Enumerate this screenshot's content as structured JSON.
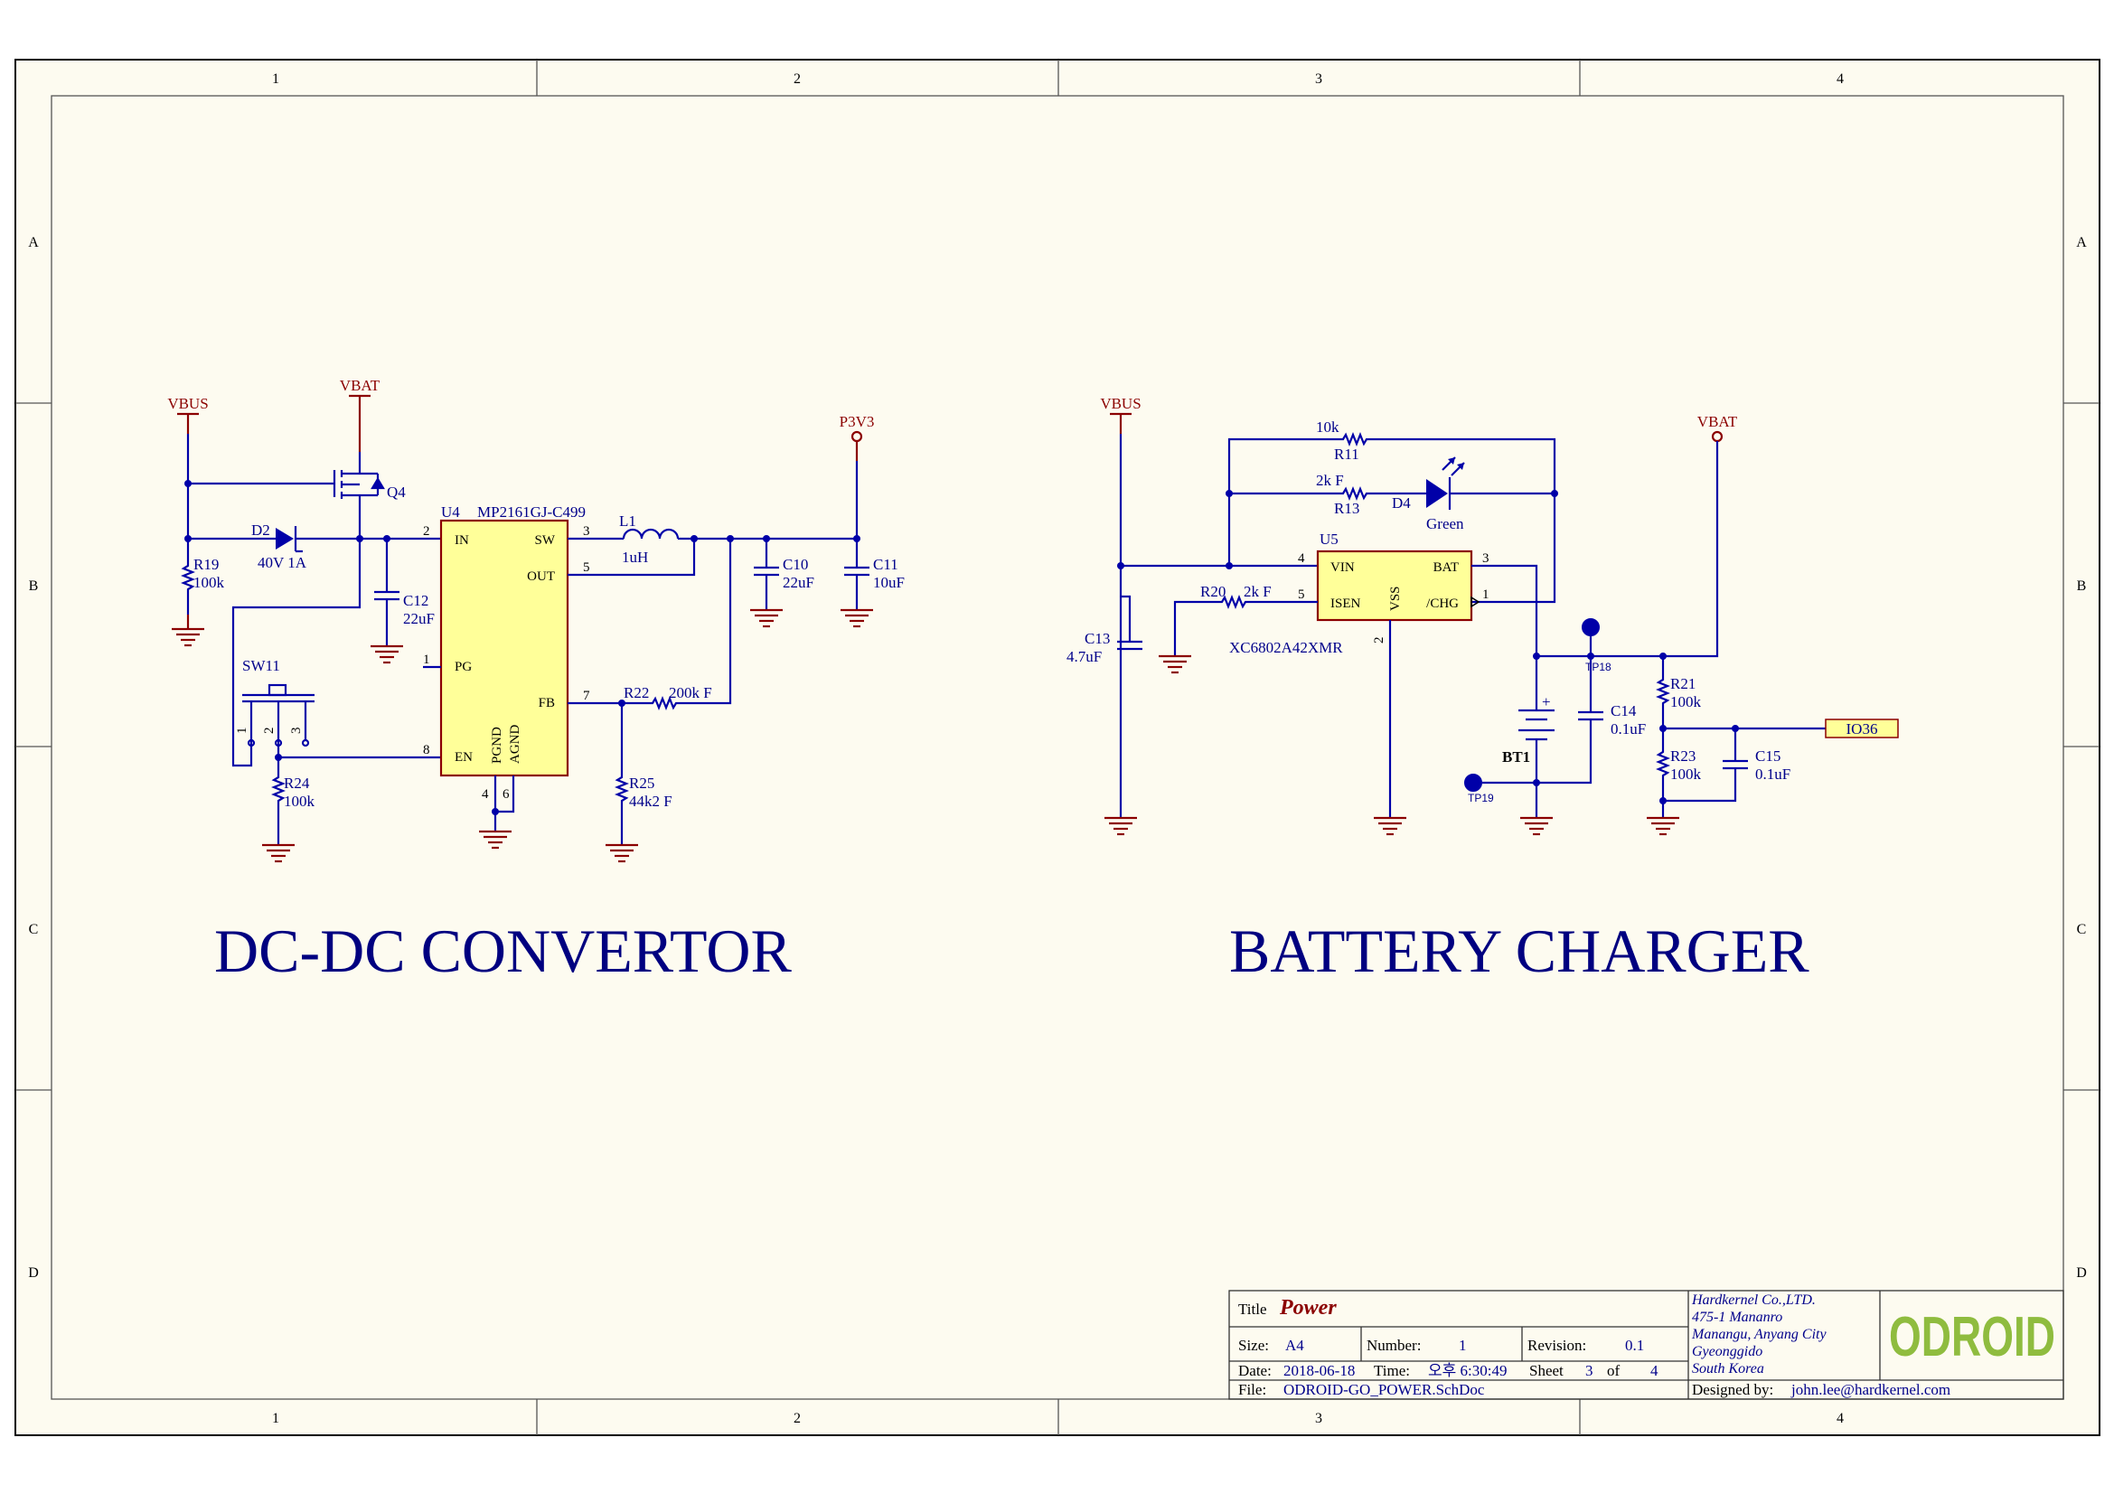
{
  "grid": {
    "columns": [
      "1",
      "2",
      "3",
      "4"
    ],
    "rows": [
      "A",
      "B",
      "C",
      "D"
    ]
  },
  "section_titles": {
    "left": "DC-DC CONVERTOR",
    "right": "BATTERY CHARGER"
  },
  "power_ports": {
    "vbus": "VBUS",
    "vbat": "VBAT",
    "p3v3": "P3V3"
  },
  "net_label": {
    "io36": "IO36"
  },
  "dcdc": {
    "u4": {
      "ref": "U4",
      "part": "MP2161GJ-C499",
      "pins": {
        "in": "IN",
        "sw": "SW",
        "out": "OUT",
        "pg": "PG",
        "fb": "FB",
        "en": "EN",
        "pgnd": "PGND",
        "agnd": "AGND"
      },
      "pin_numbers": {
        "in": "2",
        "sw": "3",
        "out": "5",
        "pg": "1",
        "fb": "7",
        "en": "8",
        "pgnd": "4",
        "agnd": "6"
      }
    },
    "q4": "Q4",
    "d2": {
      "ref": "D2",
      "value": "40V 1A"
    },
    "r19": {
      "ref": "R19",
      "value": "100k"
    },
    "c12": {
      "ref": "C12",
      "value": "22uF"
    },
    "l1": {
      "ref": "L1",
      "value": "1uH"
    },
    "c10": {
      "ref": "C10",
      "value": "22uF"
    },
    "c11": {
      "ref": "C11",
      "value": "10uF"
    },
    "sw11": {
      "ref": "SW11",
      "pins": [
        "1",
        "2",
        "3"
      ]
    },
    "r24": {
      "ref": "R24",
      "value": "100k"
    },
    "r22": {
      "ref": "R22",
      "value": "200k F"
    },
    "r25": {
      "ref": "R25",
      "value": "44k2 F"
    }
  },
  "charger": {
    "r11": {
      "ref": "R11",
      "value": "10k"
    },
    "r13": {
      "ref": "R13",
      "value": "2k F"
    },
    "d4": {
      "ref": "D4",
      "value": "Green"
    },
    "u5": {
      "ref": "U5",
      "part": "XC6802A42XMR",
      "pins": {
        "vin": "VIN",
        "isen": "ISEN",
        "bat": "BAT",
        "chg": "/CHG",
        "vss": "VSS"
      },
      "pin_numbers": {
        "vin": "4",
        "isen": "5",
        "bat": "3",
        "chg": "1",
        "vss": "2"
      }
    },
    "r20": {
      "ref": "R20",
      "value": "2k F"
    },
    "c13": {
      "ref": "C13",
      "value": "4.7uF"
    },
    "bt1": {
      "ref": "BT1",
      "plus": "+"
    },
    "c14": {
      "ref": "C14",
      "value": "0.1uF"
    },
    "tp18": "TP18",
    "tp19": "TP19",
    "r21": {
      "ref": "R21",
      "value": "100k"
    },
    "r23": {
      "ref": "R23",
      "value": "100k"
    },
    "c15": {
      "ref": "C15",
      "value": "0.1uF"
    }
  },
  "title_block": {
    "title_label": "Title",
    "title": "Power",
    "size_label": "Size:",
    "size": "A4",
    "number_label": "Number:",
    "number": "1",
    "revision_label": "Revision:",
    "revision": "0.1",
    "date_label": "Date:",
    "date": "2018-06-18",
    "time_label": "Time:",
    "time": "오후 6:30:49",
    "sheet_label": "Sheet",
    "sheet": "3",
    "of_label": "of",
    "sheet_total": "4",
    "file_label": "File:",
    "file": "ODROID-GO_POWER.SchDoc",
    "company": [
      "Hardkernel Co.,LTD.",
      "475-1 Mananro",
      "Manangu, Anyang City",
      "Gyeonggido",
      "South Korea"
    ],
    "designed_label": "Designed by:",
    "designer": "john.lee@hardkernel.com",
    "logo": "ODROID"
  }
}
